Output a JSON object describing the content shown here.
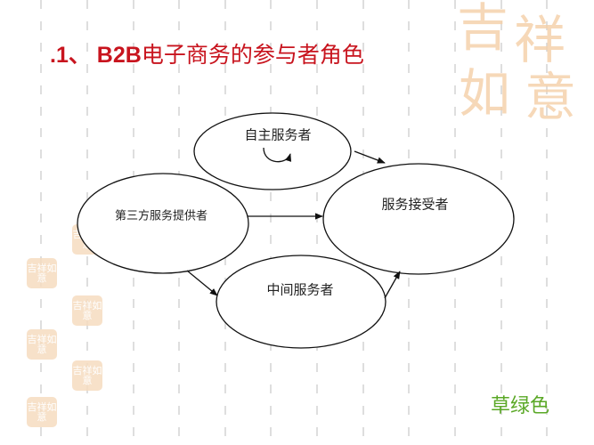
{
  "slide": {
    "title_prefix": ".1、 B2B",
    "title_rest": "电子商务的参与者角色",
    "title_color": "#c8141e",
    "footer_note": "草绿色",
    "footer_color": "#5aa826",
    "decor": {
      "big_seal_chars": [
        "吉",
        "祥",
        "如",
        "意"
      ],
      "stamp_text": "吉祥如意",
      "stamp_color": "#f6dcc0"
    }
  },
  "diagram": {
    "nodes": [
      {
        "id": "self",
        "label": "自主服务者",
        "has_self_loop": true
      },
      {
        "id": "third",
        "label": "第三方服务提供者"
      },
      {
        "id": "receiver",
        "label": "服务接受者"
      },
      {
        "id": "middle",
        "label": "中间服务者"
      }
    ],
    "edges": [
      {
        "from": "self",
        "to": "receiver"
      },
      {
        "from": "third",
        "to": "receiver"
      },
      {
        "from": "third",
        "to": "middle"
      },
      {
        "from": "middle",
        "to": "receiver"
      },
      {
        "from": "self",
        "to": "self",
        "type": "self-loop"
      }
    ]
  }
}
